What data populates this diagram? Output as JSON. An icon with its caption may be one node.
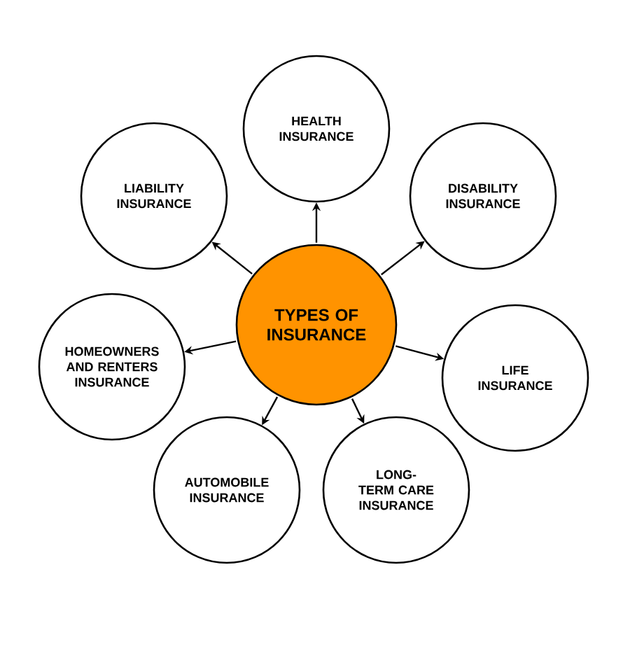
{
  "diagram": {
    "nodes": [
      {
        "text": [
          "TYPES OF INSURANCE"
        ]
      },
      {
        "text": [
          "HEALTH INSURANCE"
        ]
      },
      {
        "text": [
          "DISABILITY INSURANCE"
        ]
      },
      {
        "text": [
          "LIFE INSURANCE"
        ]
      },
      {
        "text": [
          "LONG-TERM CARE INSURANCE"
        ]
      },
      {
        "text": [
          "AUTOMOBILE INSURANCE"
        ]
      },
      {
        "text": [
          "HOMEOWNERS AND RENTERS INSURANCE"
        ]
      },
      {
        "text": [
          "LIABILITY INSURANCE"
        ]
      }
    ],
    "edges": [
      {
        "from": 0,
        "to": 1,
        "arrow": "to"
      },
      {
        "from": 0,
        "to": 2,
        "arrow": "to"
      },
      {
        "from": 0,
        "to": 3,
        "arrow": "to"
      },
      {
        "from": 0,
        "to": 4,
        "arrow": "to"
      },
      {
        "from": 0,
        "to": 5,
        "arrow": "to"
      },
      {
        "from": 0,
        "to": 6,
        "arrow": "to"
      },
      {
        "from": 0,
        "to": 7,
        "arrow": "to"
      }
    ]
  }
}
